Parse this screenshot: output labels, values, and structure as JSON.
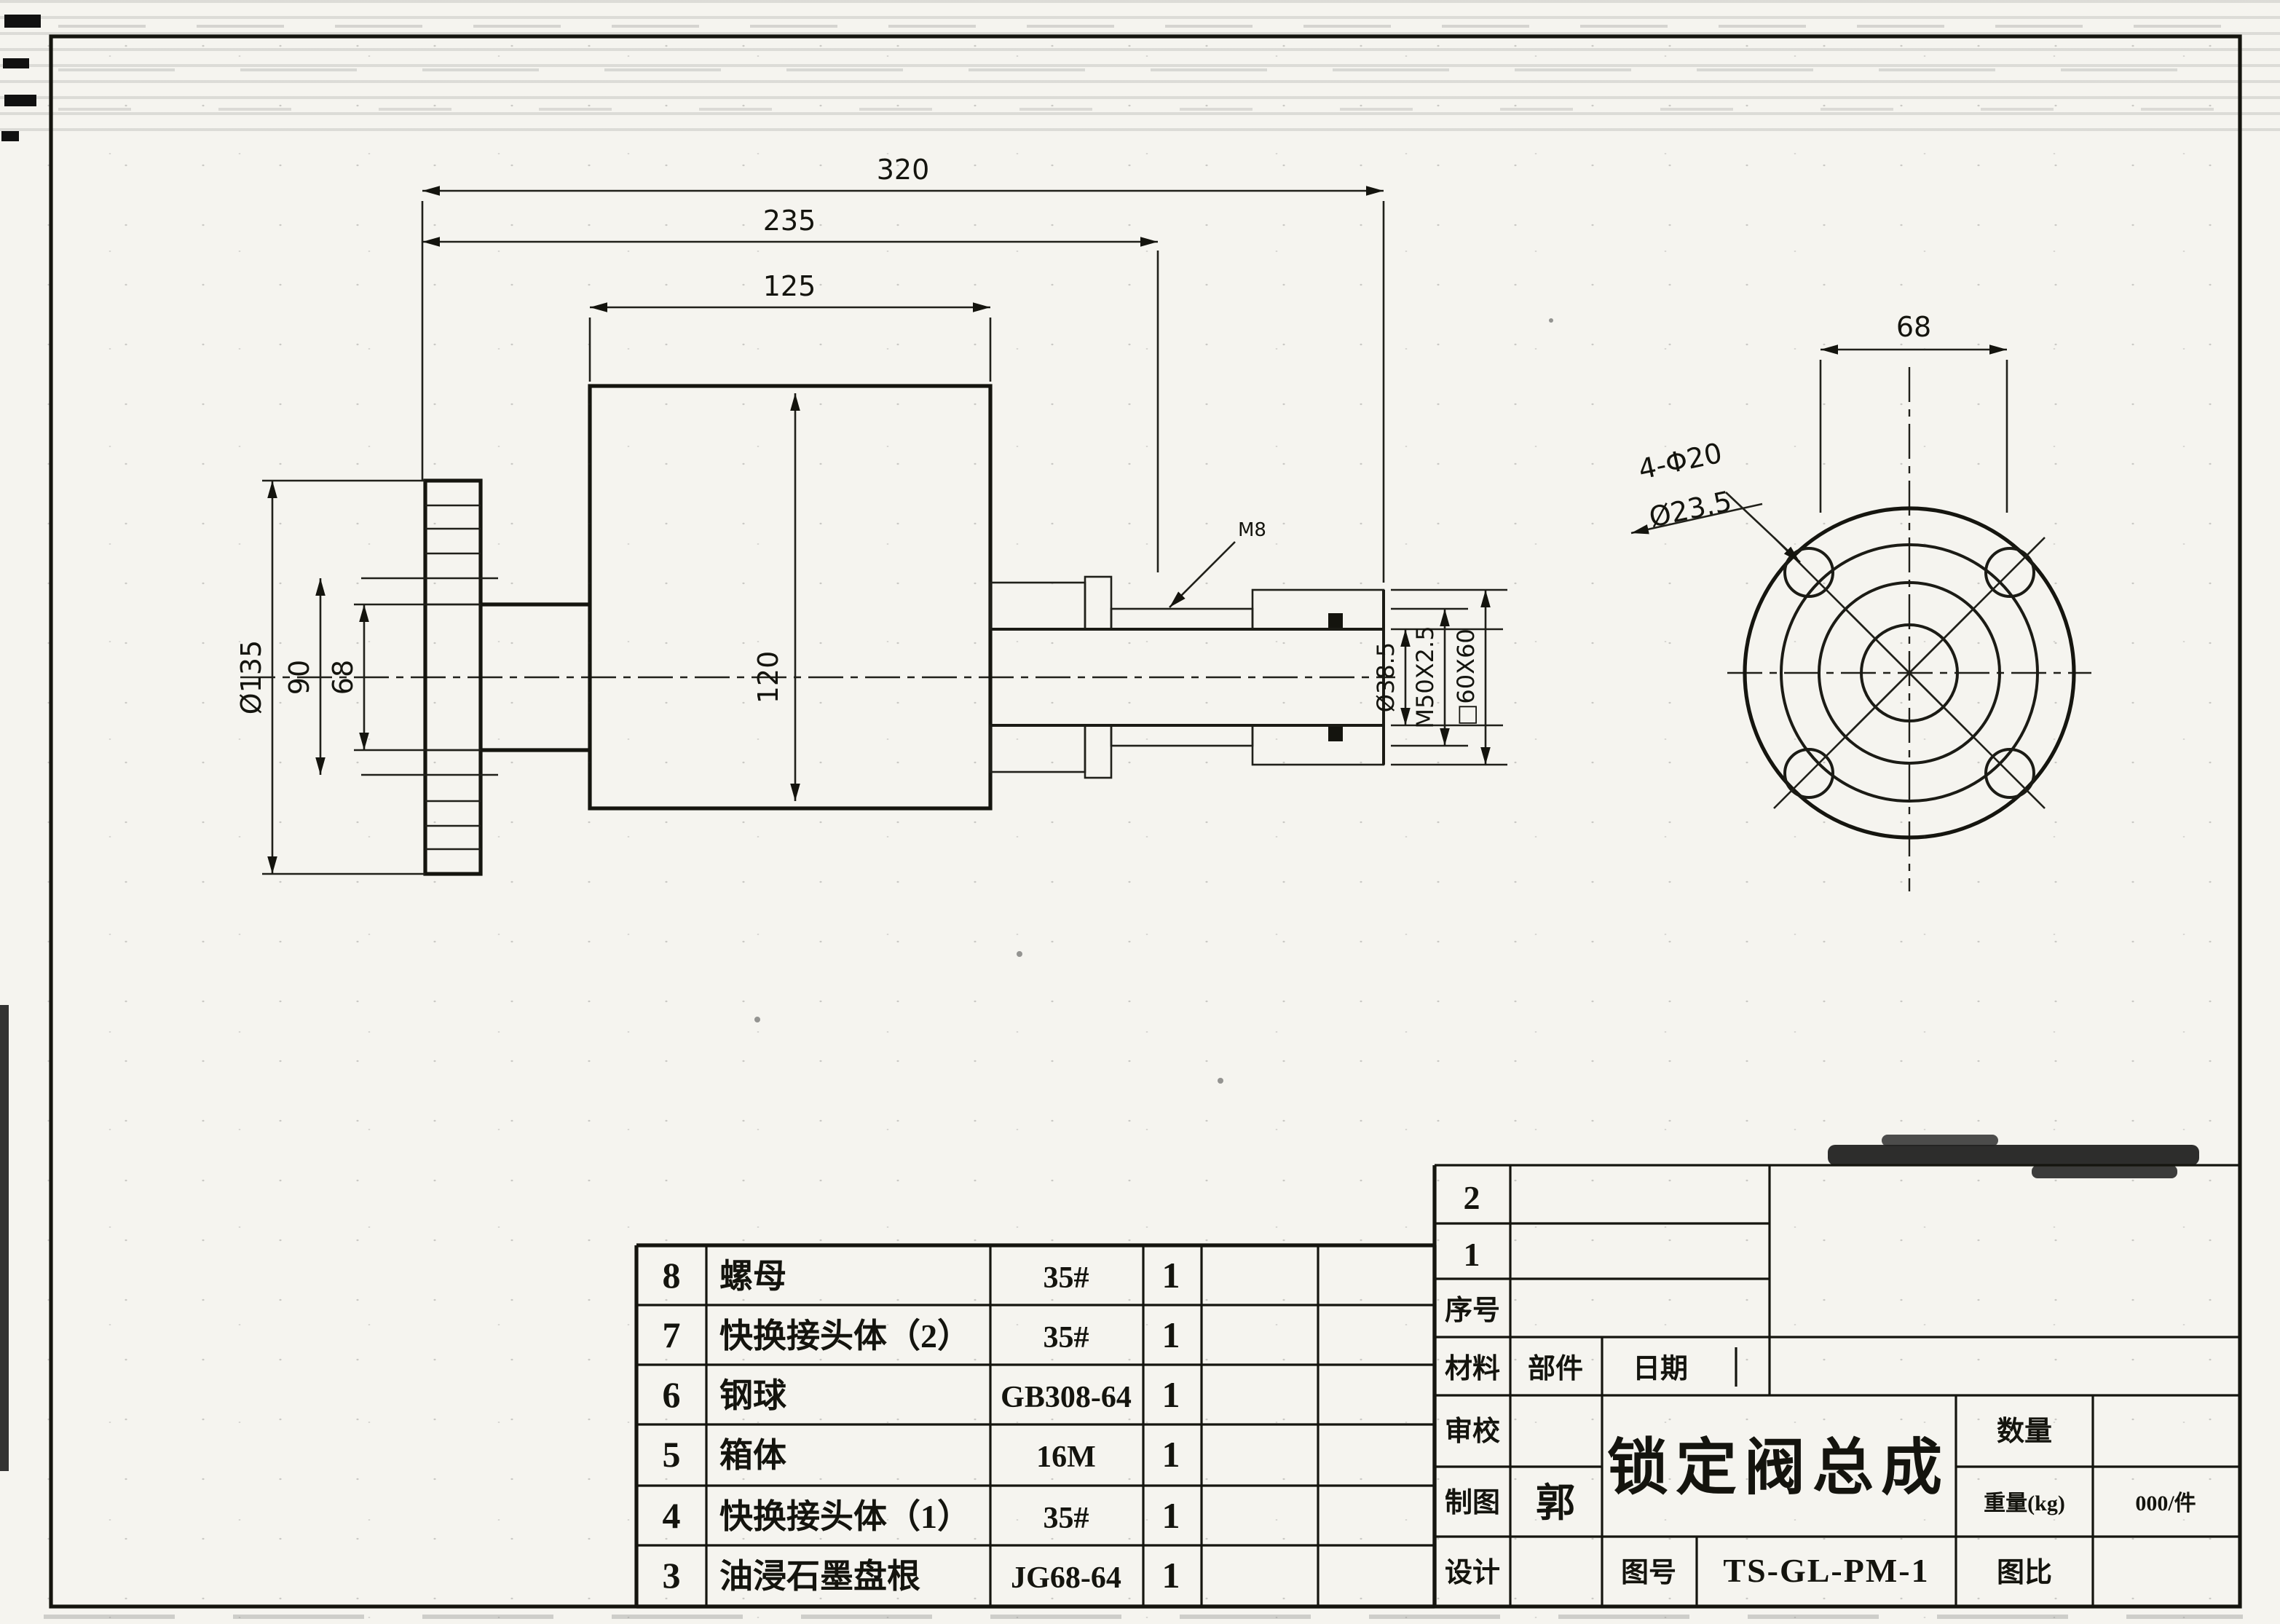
{
  "drawing": {
    "dims": {
      "overall_length": "320",
      "length_235": "235",
      "body_width": "125",
      "body_height": "120",
      "flange_diameter": "Ø135",
      "bolt_circle": "90",
      "bore_68": "68",
      "stem_bore": "Ø38.5",
      "thread": "M50X2.5",
      "square": "□60X60",
      "screw": "M8",
      "end_width": "68",
      "bolt_holes": "4-Φ20",
      "crossed_dim": "Ø23.5"
    }
  },
  "bom": {
    "rows": [
      {
        "no": "8",
        "name": "螺母",
        "spec": "35#",
        "qty": "1"
      },
      {
        "no": "7",
        "name": "快换接头体（2）",
        "spec": "35#",
        "qty": "1"
      },
      {
        "no": "6",
        "name": "钢球",
        "spec": "GB308-64",
        "qty": "1"
      },
      {
        "no": "5",
        "name": "箱体",
        "spec": "16M",
        "qty": "1"
      },
      {
        "no": "4",
        "name": "快换接头体（1）",
        "spec": "35#",
        "qty": "1"
      },
      {
        "no": "3",
        "name": "油浸石墨盘根",
        "spec": "JG68-64",
        "qty": "1"
      }
    ]
  },
  "title_block": {
    "seq2": "2",
    "seq1": "1",
    "seq_label": "序号",
    "material_label": "材料",
    "part_label": "部件",
    "date_label": "日期",
    "review_label": "审校",
    "draft_label": "制图",
    "drafter": "郭",
    "design_label": "设计",
    "title": "锁定阀总成",
    "qty_label": "数量",
    "weight_label": "重量(kg)",
    "weight_value": "000/件",
    "dwg_no_label": "图号",
    "dwg_no": "TS-GL-PM-1",
    "scale_label": "图比"
  }
}
